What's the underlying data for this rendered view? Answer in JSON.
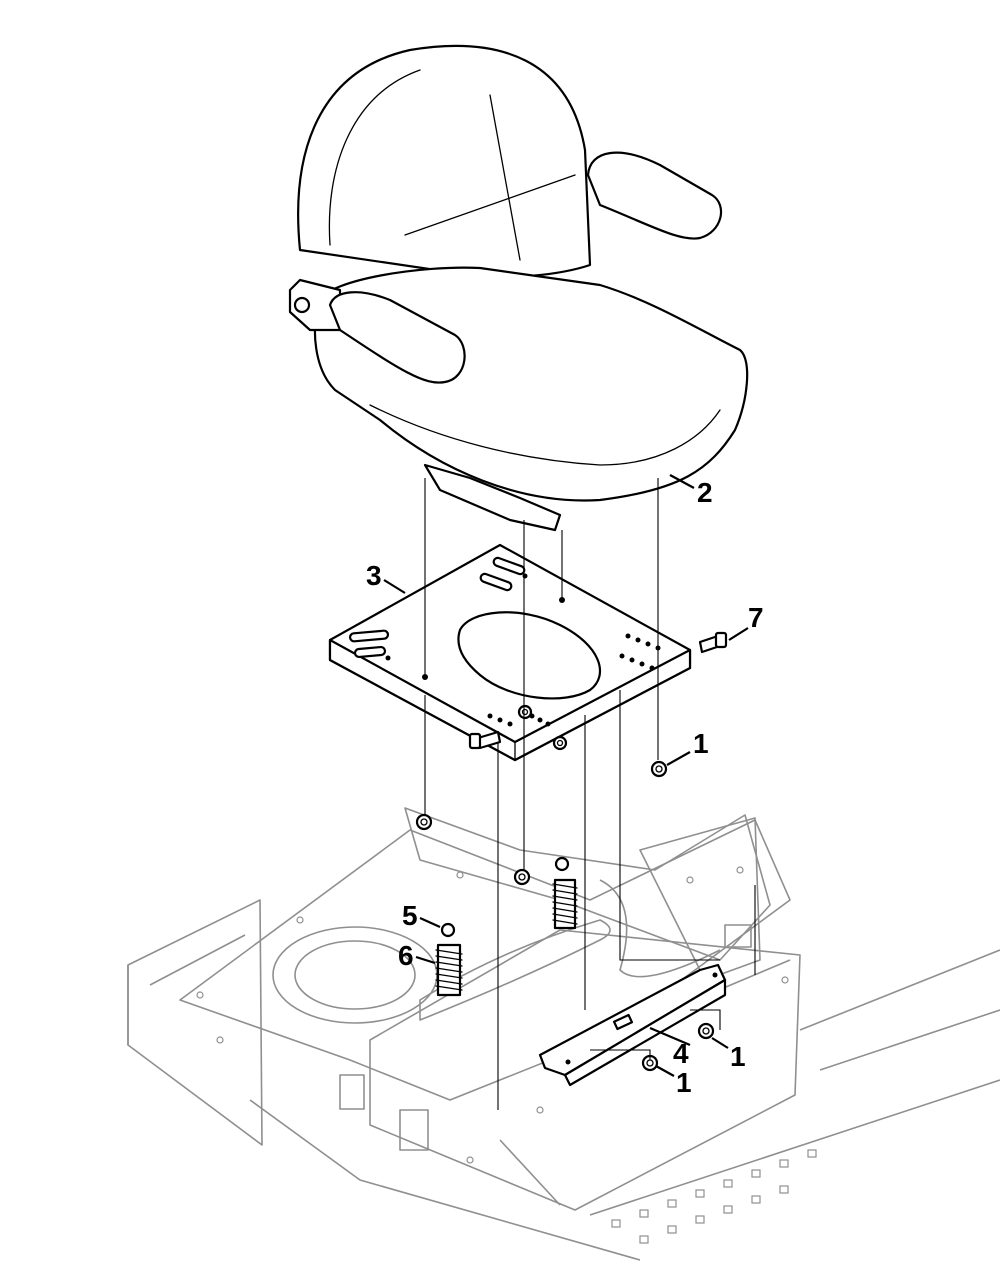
{
  "callouts": [
    {
      "id": "c2",
      "label": "2"
    },
    {
      "id": "c3",
      "label": "3"
    },
    {
      "id": "c7",
      "label": "7"
    },
    {
      "id": "c1a",
      "label": "1"
    },
    {
      "id": "c5",
      "label": "5"
    },
    {
      "id": "c6",
      "label": "6"
    },
    {
      "id": "c4",
      "label": "4"
    },
    {
      "id": "c1b",
      "label": "1"
    },
    {
      "id": "c1c",
      "label": "1"
    }
  ]
}
